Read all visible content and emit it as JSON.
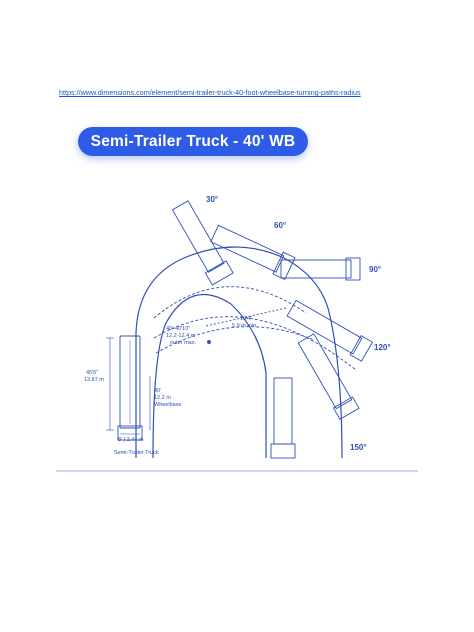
{
  "link": {
    "url": "https://www.dimensions.com/element/semi-trailer-truck-40-foot-wheelbase-turning-paths-radius"
  },
  "figure": {
    "title": "Semi-Trailer Truck - 40' WB",
    "angles": {
      "a30": "30°",
      "a60": "60°",
      "a90": "90°",
      "a120": "120°",
      "a150": "150°"
    },
    "dimensions": {
      "length_ft": "45'6\"",
      "length_m": "13.87 m",
      "outer_ft": "40'-40'10\"",
      "outer_m": "12.2-12.4 m",
      "outer_note": "outer max.",
      "inner_ft": "19'4\"",
      "inner_m": "5.9 m min.",
      "wb_ft": "40'",
      "wb_m": "12.2 m",
      "wb_note": "Wheelbase",
      "width": "8' | 2.44 m"
    },
    "caption": "Semi-Trailer Truck",
    "colors": {
      "accent": "#2f5ce6",
      "line": "#2f4fb8",
      "background": "#ffffff"
    }
  }
}
